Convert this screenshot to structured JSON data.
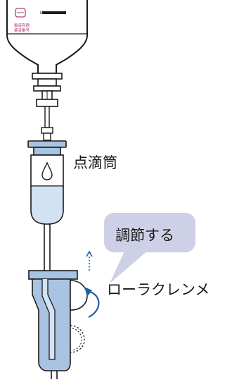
{
  "bottle_label": {
    "line1": "輸液容器",
    "line2": "薬液番号"
  },
  "labels": {
    "drip_chamber": "点滴筒",
    "roller_clamp": "ローラクレンメ",
    "callout": "調節する"
  },
  "colors": {
    "outline": "#1a1a1a",
    "device_fill": "#a9c4e2",
    "device_light": "#d3e2f2",
    "bubble": "#cdd0e6",
    "arrow": "#1f5fa8",
    "label_accent": "#b0407a",
    "fluid_drop": "#ffffff"
  }
}
